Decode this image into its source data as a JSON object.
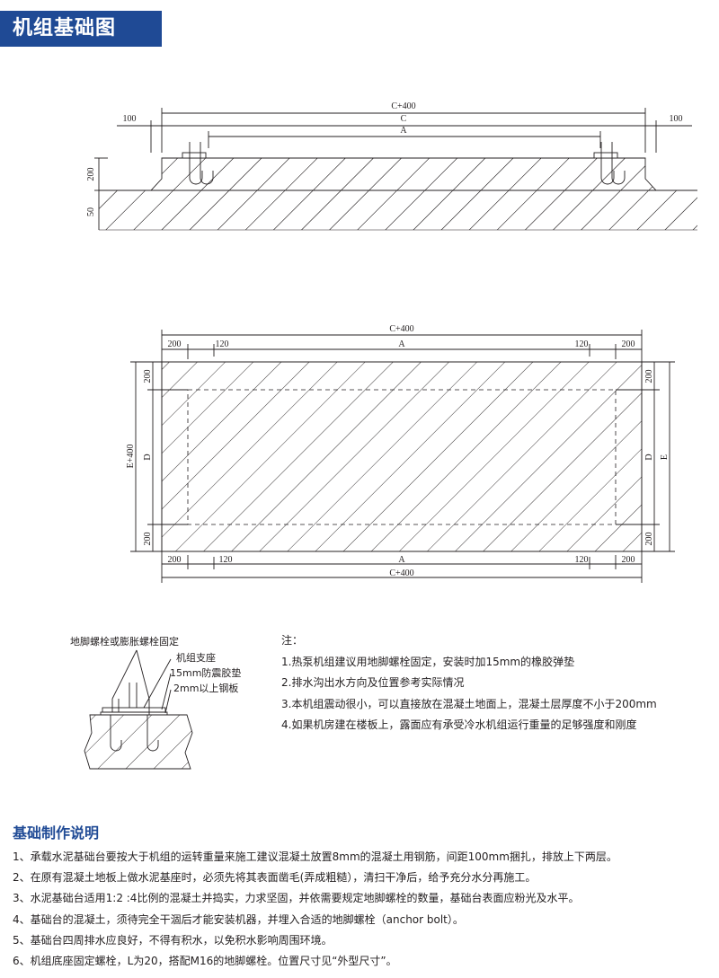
{
  "page": {
    "title": "机组基础图"
  },
  "section_view": {
    "dim_total": "C+400",
    "dim_c": "C",
    "dim_a": "A",
    "dim_left": "100",
    "dim_right": "100",
    "dim_height": "200",
    "dim_depth": "50"
  },
  "plan_view": {
    "top_total": "C+400",
    "top_left_200": "200",
    "top_left_120": "120",
    "top_a": "A",
    "top_right_120": "120",
    "top_right_200": "200",
    "bottom_left_200": "200",
    "bottom_left_120": "120",
    "bottom_a": "A",
    "bottom_right_120": "120",
    "bottom_right_200": "200",
    "bottom_total": "C+400",
    "left_total": "E+400",
    "left_top_200": "200",
    "left_d": "D",
    "left_bottom_200": "200",
    "right_top_200": "200",
    "right_d": "D",
    "right_e": "E",
    "right_bottom_200": "200"
  },
  "detail": {
    "label_bolt": "地脚螺栓或膨胀螺栓固定",
    "label_base": "机组支座",
    "label_pad": "15mm防震胶垫",
    "label_plate": "2mm以上钢板"
  },
  "notes": {
    "title": "注：",
    "items": [
      "1.热泵机组建议用地脚螺栓固定，安装时加15mm的橡胶弹垫",
      "2.排水沟出水方向及位置参考实际情况",
      "3.本机组震动很小，可以直接放在混凝土地面上，混凝土层厚度不小于200mm",
      "4.如果机房建在楼板上，露面应有承受冷水机组运行重量的足够强度和刚度"
    ]
  },
  "instructions": {
    "title": "基础制作说明",
    "items": [
      "1、承载水泥基础台要按大于机组的运转重量来施工建议混凝土放置8mm的混凝土用钢筋，间距100mm捆扎，排放上下两层。",
      "2、在原有混凝土地板上做水泥基座时，必须先将其表面凿毛(弄成粗糙），清扫干净后，给予充分水分再施工。",
      "3、水泥基础台适用1:2 :4比例的混凝土并捣实，力求坚固，并依需要规定地脚螺栓的数量，基础台表面应粉光及水平。",
      "4、基础台的混凝土，须待完全干涸后才能安装机器，并埋入合适的地脚螺栓（anchor bolt）。",
      "5、基础台四周排水应良好，不得有积水，以免积水影响周围环境。",
      "6、机组底座固定螺栓，L为20，搭配M16的地脚螺栓。位置尺寸见“外型尺寸”。"
    ]
  }
}
